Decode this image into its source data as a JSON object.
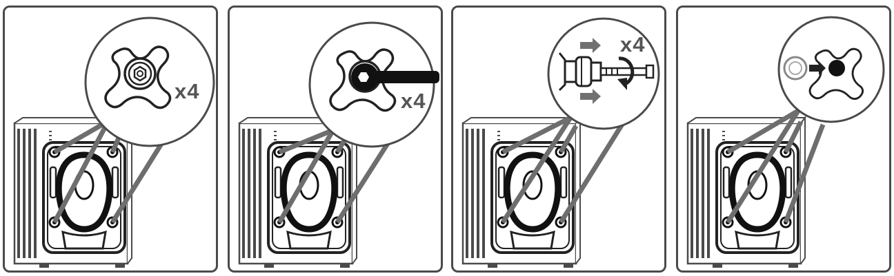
{
  "diagram": {
    "steps": [
      {
        "id": "step-1",
        "count_label": "x4"
      },
      {
        "id": "step-2",
        "count_label": "x4"
      },
      {
        "id": "step-3",
        "count_label": "x4"
      },
      {
        "id": "step-4",
        "count_label": ""
      }
    ],
    "colors": {
      "line": "#4a4a4a",
      "callout_line": "#6e6e6e",
      "fill_dark": "#111111",
      "arrow": "#707070",
      "machine_fill": "#ffffff"
    },
    "icons": {
      "machine": "washing-machine-rear-icon",
      "bolt": "transit-bolt-icon",
      "wrench": "wrench-icon",
      "push_arrow": "arrow-right-icon",
      "rotate_arrow": "rotate-icon",
      "cap": "hole-cap-icon"
    }
  }
}
